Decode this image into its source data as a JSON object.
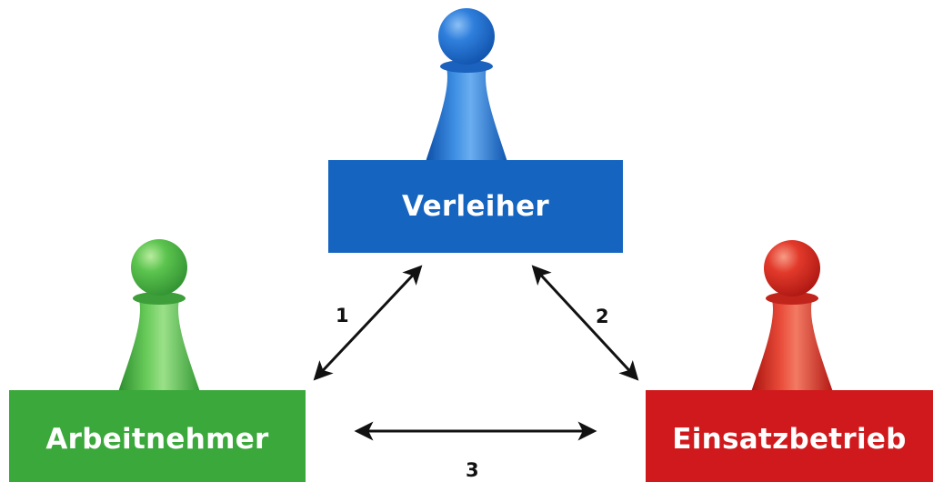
{
  "nodes": [
    {
      "label": "Verleiher",
      "color": "#1565c0",
      "pawn_color": "#2f7fdc"
    },
    {
      "label": "Arbeitnehmer",
      "color": "#3aa83a",
      "pawn_color": "#5cc44f"
    },
    {
      "label": "Einsatzbetrieb",
      "color": "#d0191c",
      "pawn_color": "#e23a2b"
    }
  ],
  "relations": [
    {
      "number": "1",
      "between": [
        "Arbeitnehmer",
        "Verleiher"
      ]
    },
    {
      "number": "2",
      "between": [
        "Verleiher",
        "Einsatzbetrieb"
      ]
    },
    {
      "number": "3",
      "between": [
        "Arbeitnehmer",
        "Einsatzbetrieb"
      ]
    }
  ],
  "icons": [
    "pawn-icon"
  ],
  "arrow_color": "#111111"
}
